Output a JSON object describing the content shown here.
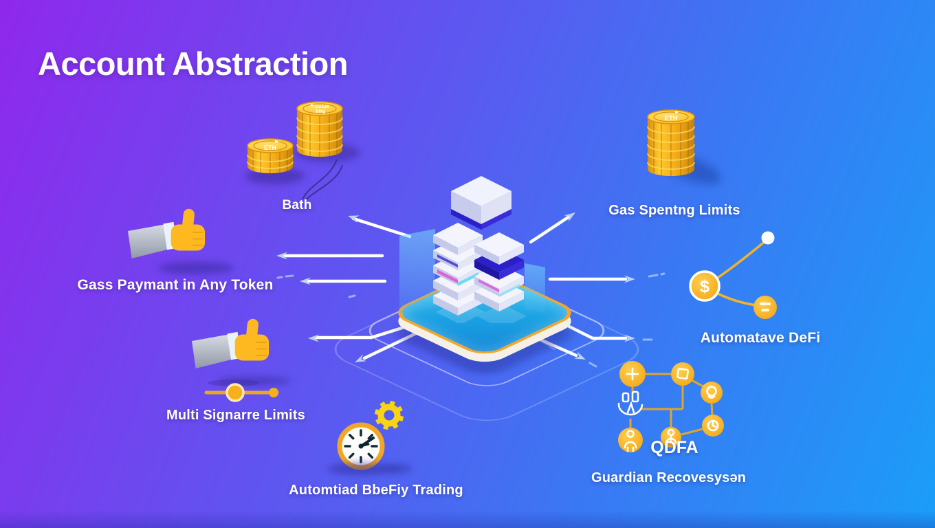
{
  "title": "Account Abstraction",
  "features": {
    "batching": {
      "label": "Bath",
      "coin_front_text": "ETH",
      "coin_top_line1": "Oo LM",
      "coin_top_line2": "BMg"
    },
    "gas_payment": {
      "label": "Gass Paymant in Any Token"
    },
    "gas_limits": {
      "label": "Gas Spentng Limits",
      "coin_text": "ETH"
    },
    "auto_defi": {
      "label": "Automatave DeFi",
      "dollar_sign": "$"
    },
    "multi_sig": {
      "label": "Multi Signarre Limits"
    },
    "auto_trading": {
      "label": "Automtiad BbeFiy Trading"
    },
    "guardian": {
      "label": "Guardian Recovesysən",
      "caption": "QDFA"
    }
  },
  "icons": {
    "batching": "coin-stacks-icon",
    "gas_payment": "thumbs-up-icon",
    "gas_limits": "coin-stack-icon",
    "auto_defi": "token-network-icon",
    "multi_sig": "thumbs-up-slider-icon",
    "auto_trading": "clock-gear-icon",
    "guardian": "guardian-network-icon",
    "center": "isometric-server-platform"
  },
  "colors": {
    "bg_top_left": "#8D2AEA",
    "bg_mid": "#5F55F0",
    "bg_bottom_right": "#18A0F8",
    "gold": "#F2AF1B",
    "gold_light": "#FFC92F",
    "platform_cyan": "#22AEE8",
    "platform_rim": "#F1A62E",
    "indigo_accent": "#2E22CC",
    "pink_accent": "#E14FD4",
    "text": "#FFFFFF",
    "arrow": "#BCD2F9"
  }
}
